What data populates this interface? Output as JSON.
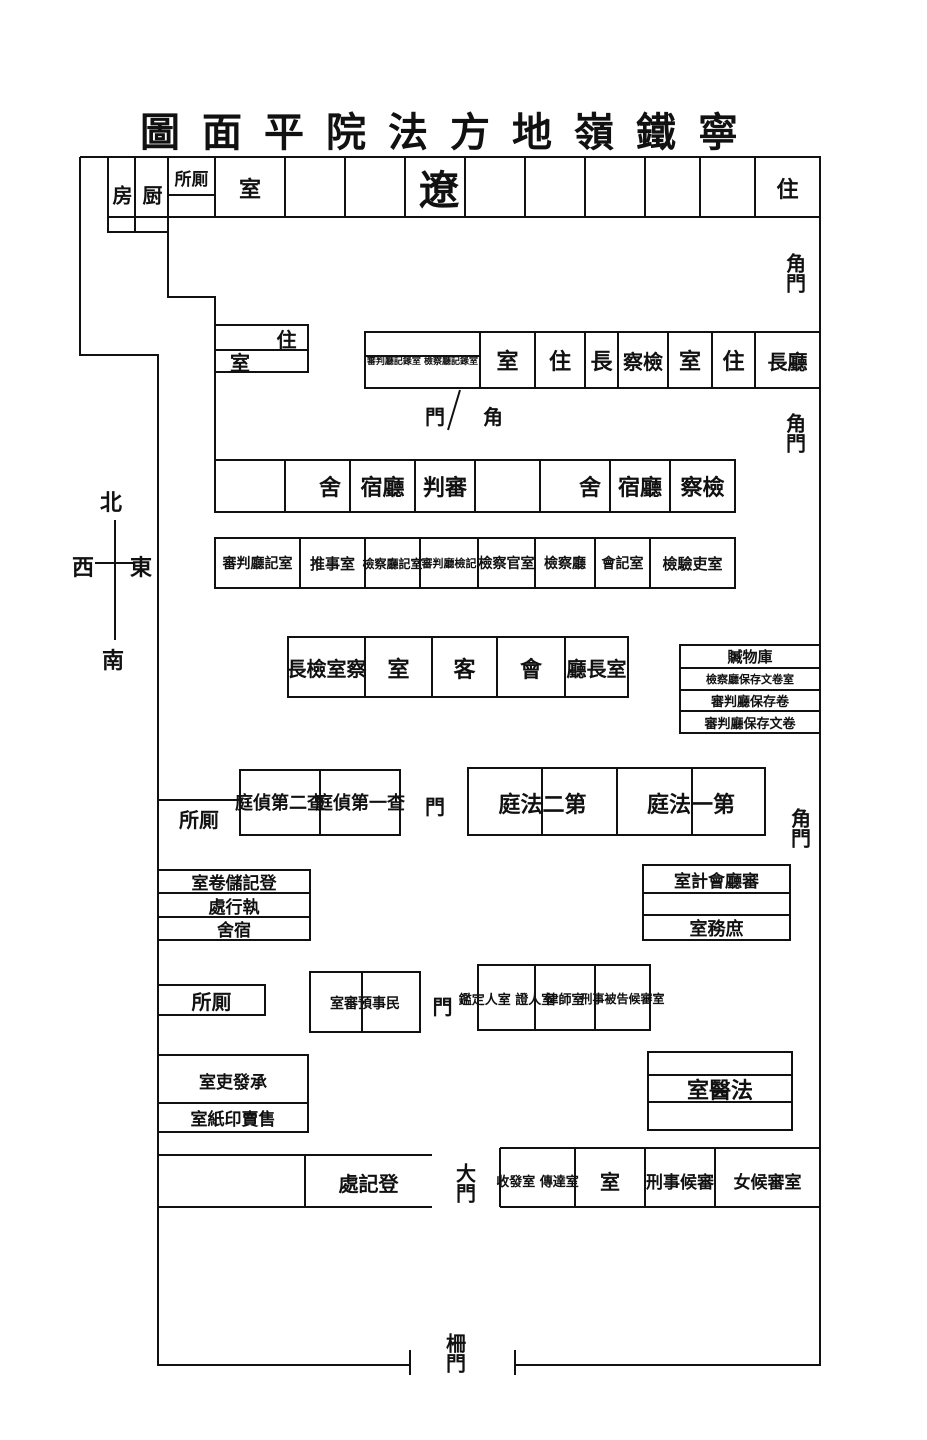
{
  "title": "圖面平院法方地嶺鐵寧遼",
  "compass": {
    "north": "北",
    "west": "西",
    "east": "東",
    "south": "南"
  },
  "rooms": [
    "房",
    "厨",
    "所厠",
    "室",
    "住",
    "室",
    "住",
    "審判廳記錄室 檢察廳記錄室",
    "室",
    "住",
    "長",
    "察檢",
    "室",
    "住",
    "長廳",
    "門",
    "角",
    "舍",
    "宿",
    "廳",
    "判",
    "審",
    "舍",
    "宿",
    "廳",
    "察",
    "檢",
    "審判廳記室",
    "推事室",
    "檢察廳記室",
    "審判廳檢記",
    "檢察官室",
    "檢察廳",
    "會記室",
    "檢驗吏室",
    "長檢室察",
    "室",
    "客",
    "會",
    "廳長室",
    "贓物庫",
    "檢察廳保存文卷室",
    "審判廳保存卷",
    "審判廳保存文卷",
    "庭偵第二查",
    "庭偵第一查",
    "門",
    "庭法二第",
    "庭法一第",
    "所厠",
    "室卷儲記登",
    "處行執",
    "舍宿",
    "室計會廳審",
    "室務庶",
    "所厠",
    "室審預事民",
    "門",
    "鑑定人室 證人室",
    "律師室",
    "刑事被告候審室",
    "室吏發承",
    "室紙印賣售",
    "室醫法",
    "處記登",
    "大門",
    "收發室 傳達室",
    "室",
    "刑事候審",
    "女候審室",
    "柵門",
    "角門",
    "角門",
    "角門"
  ]
}
